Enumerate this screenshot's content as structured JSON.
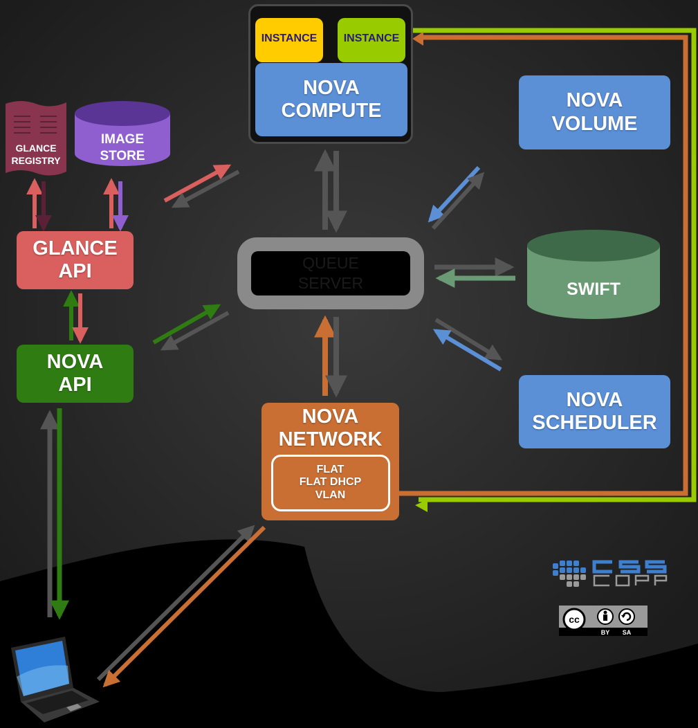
{
  "nodes": {
    "instance_1": "INSTANCE",
    "instance_2": "INSTANCE",
    "nova_compute": [
      "NOVA",
      "COMPUTE"
    ],
    "nova_volume": [
      "NOVA",
      "VOLUME"
    ],
    "glance_registry": [
      "GLANCE",
      "REGISTRY"
    ],
    "image_store": [
      "IMAGE",
      "STORE"
    ],
    "glance_api": [
      "GLANCE",
      "API"
    ],
    "nova_api": [
      "NOVA",
      "API"
    ],
    "queue_server": [
      "QUEUE",
      "SERVER"
    ],
    "swift": "SWIFT",
    "nova_scheduler": [
      "NOVA",
      "SCHEDULER"
    ],
    "nova_network": [
      "NOVA",
      "NETWORK"
    ],
    "network_modes": [
      "FLAT",
      "FLAT DHCP",
      "VLAN"
    ]
  },
  "branding": {
    "logo_text": "CSS CORP",
    "license": [
      "BY",
      "SA"
    ]
  },
  "colors": {
    "background": "#000000",
    "background_glow": "#2b2b2b",
    "instance_yellow": "#ffcc00",
    "instance_green": "#99cc00",
    "nova_blue": "#5b8fd6",
    "glance_red": "#d9605f",
    "image_store_purple": "#8f5fd0",
    "nova_api_green": "#2f7d12",
    "swift_green": "#6b9b74",
    "nova_network_orange": "#c96f33",
    "queue_gray": "#8a8a8a",
    "arrow_gray": "#555555",
    "link_lime": "#99cc00"
  }
}
